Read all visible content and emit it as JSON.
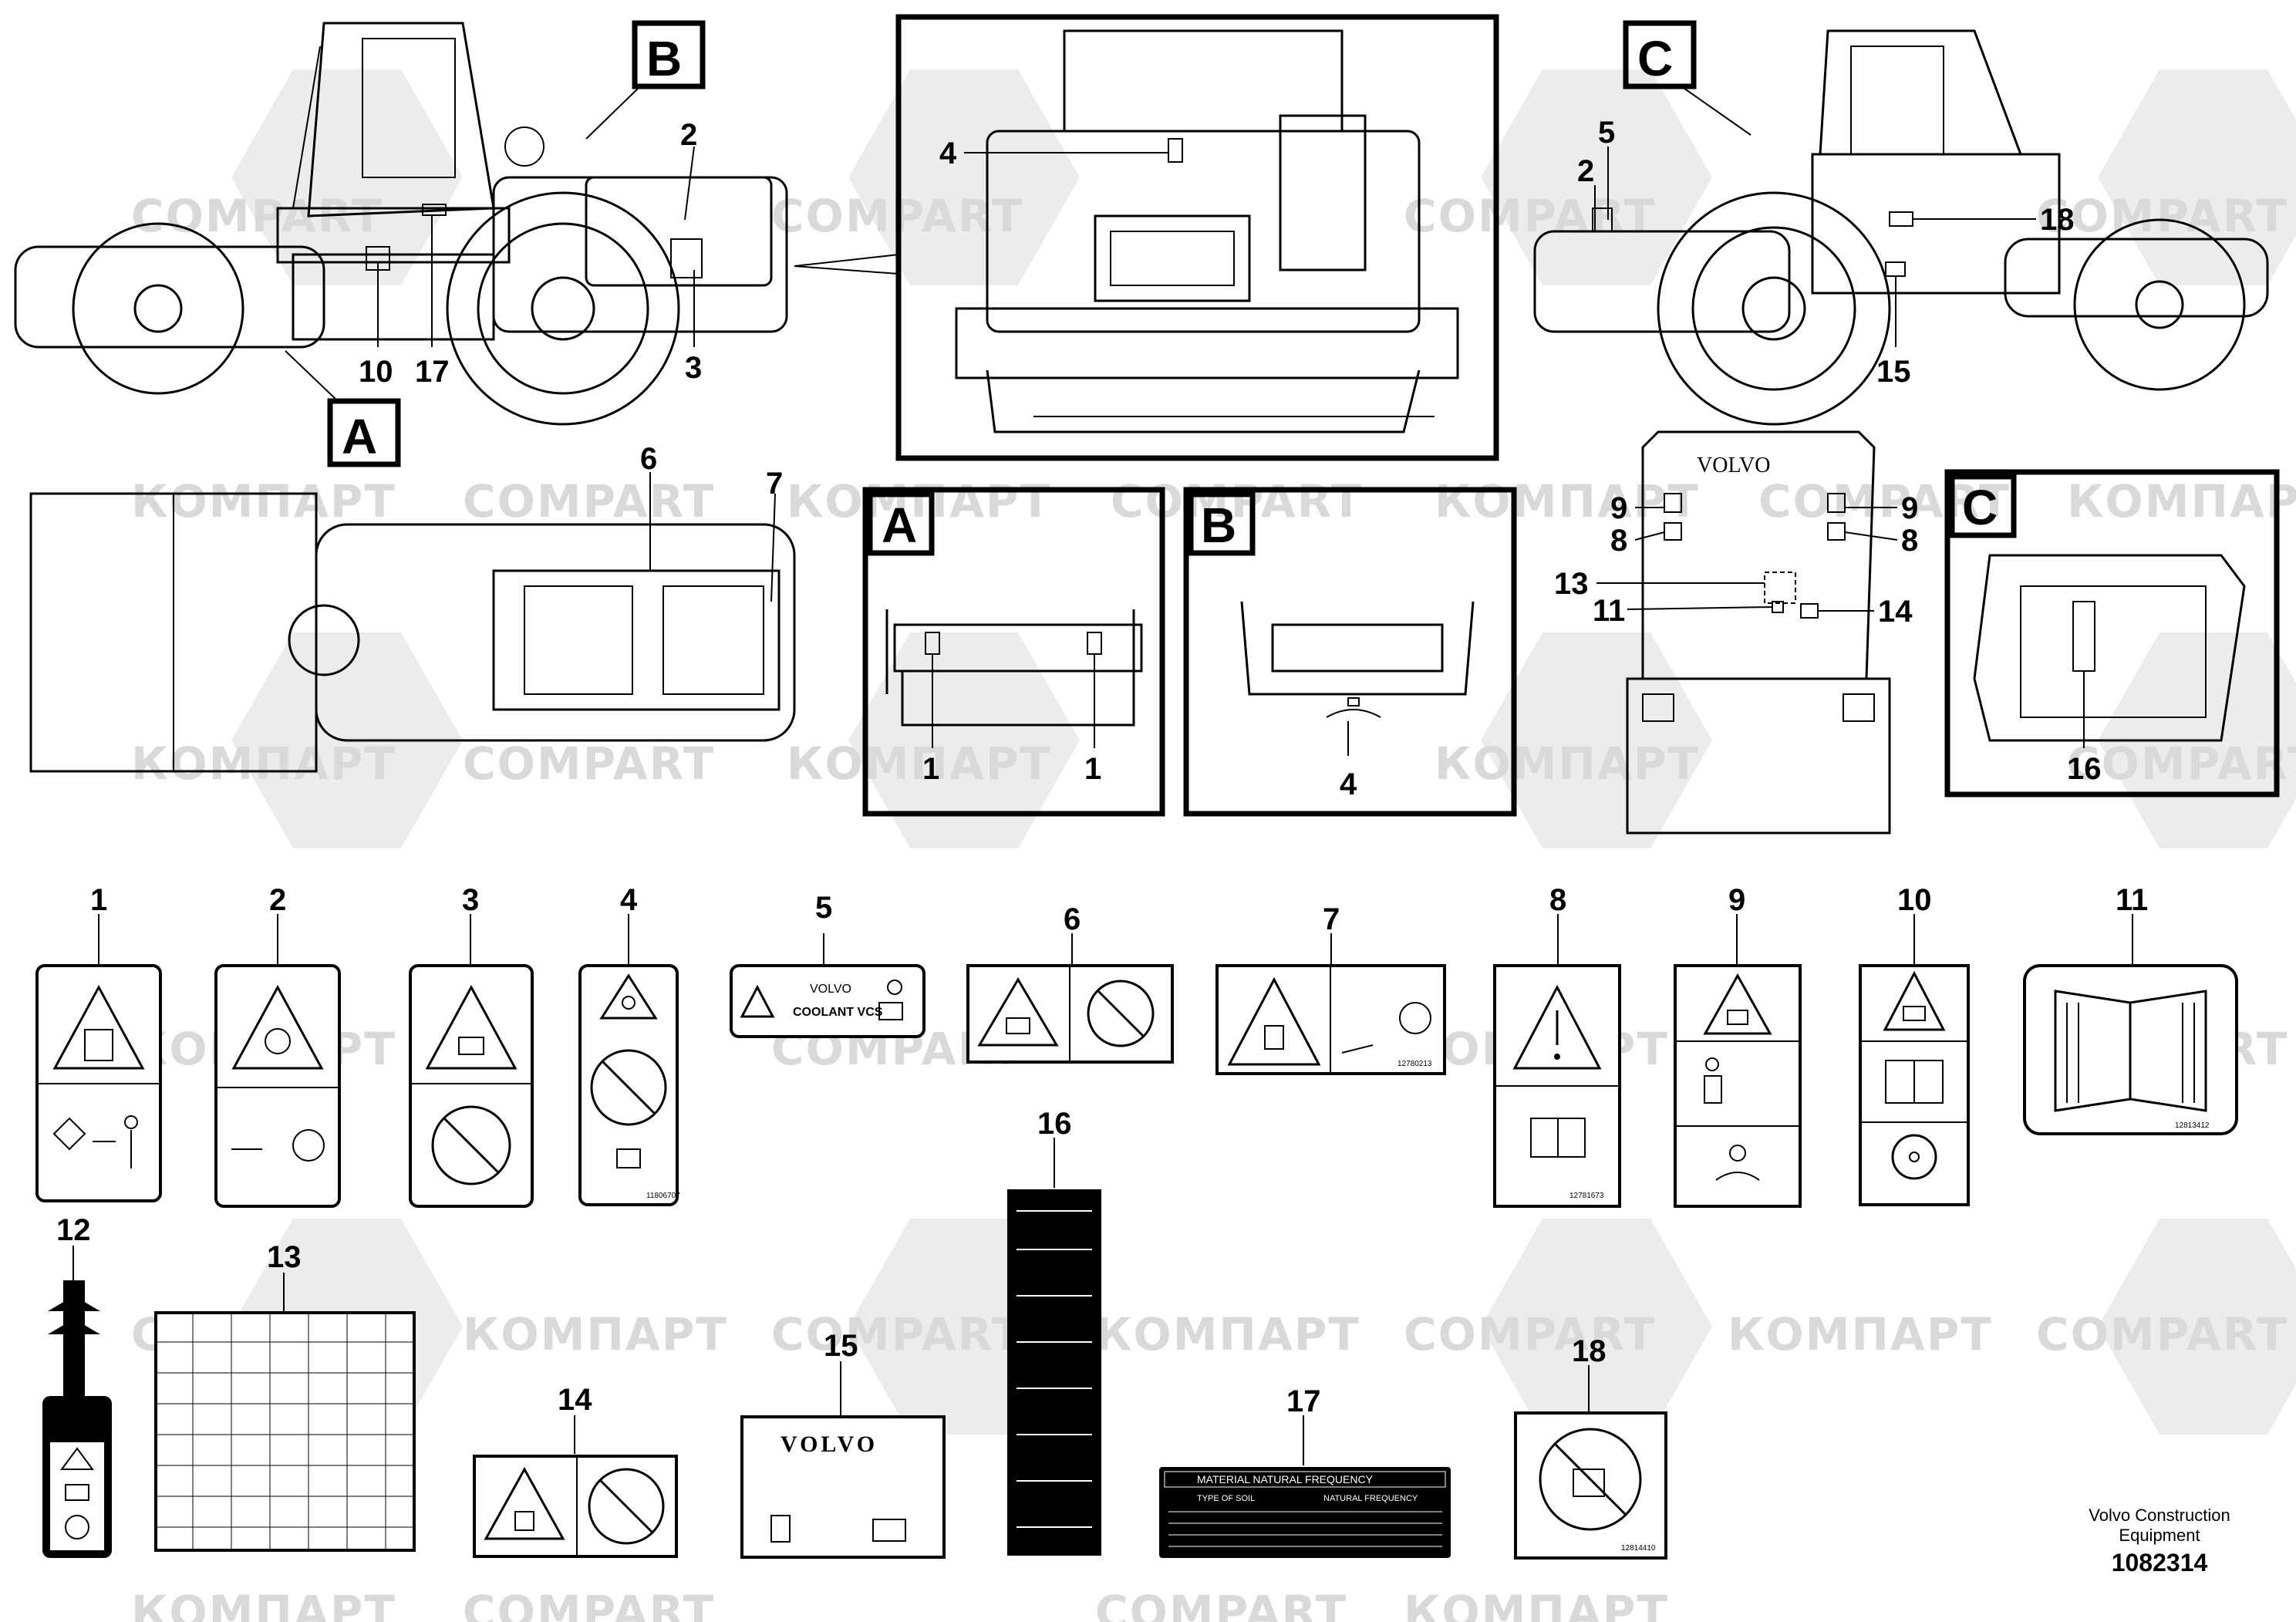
{
  "watermarks": {
    "latin": "COMPART",
    "cyrillic": "КОМПАРТ"
  },
  "view_letters": [
    "A",
    "B",
    "C"
  ],
  "callouts": {
    "left_side": [
      "2",
      "10",
      "17",
      "3"
    ],
    "engine_detail": [
      "4"
    ],
    "right_side": [
      "5",
      "2",
      "18",
      "15"
    ],
    "top_view": [
      "6",
      "7"
    ],
    "detail_a": [
      "1",
      "1"
    ],
    "detail_b": [
      "4"
    ],
    "rear_left": [
      "9",
      "8",
      "13",
      "11"
    ],
    "rear_right": [
      "9",
      "8",
      "14"
    ],
    "detail_c": [
      "16"
    ]
  },
  "rear_view_brand": "VOLVO",
  "decals": [
    {
      "num": "1"
    },
    {
      "num": "2"
    },
    {
      "num": "3"
    },
    {
      "num": "4",
      "code": "11806707"
    },
    {
      "num": "5",
      "brand": "VOLVO",
      "text": "COOLANT VCS"
    },
    {
      "num": "6"
    },
    {
      "num": "7",
      "code": "12780213"
    },
    {
      "num": "8",
      "code": "12781673"
    },
    {
      "num": "9"
    },
    {
      "num": "10"
    },
    {
      "num": "11",
      "code": "12813412"
    },
    {
      "num": "12"
    },
    {
      "num": "13"
    },
    {
      "num": "14"
    },
    {
      "num": "15",
      "brand": "VOLVO"
    },
    {
      "num": "16"
    },
    {
      "num": "17",
      "title": "MATERIAL NATURAL FREQUENCY",
      "col1": "TYPE OF SOIL",
      "col2": "NATURAL FREQUENCY"
    },
    {
      "num": "18",
      "code": "12814410"
    }
  ],
  "footer": {
    "company_line1": "Volvo Construction",
    "company_line2": "Equipment",
    "doc_number": "1082314"
  }
}
